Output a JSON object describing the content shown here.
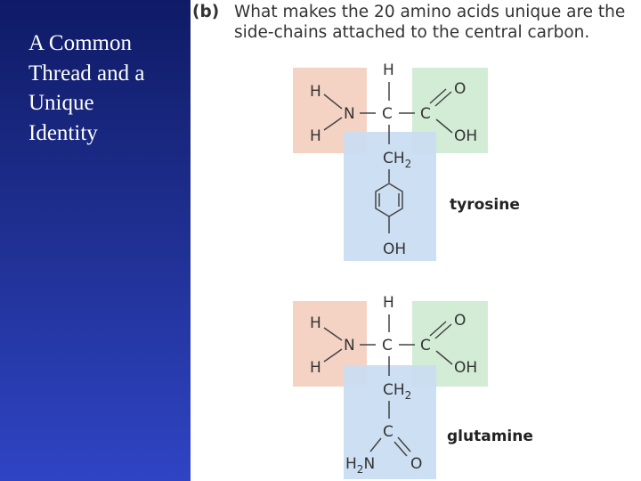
{
  "slide": {
    "title": "A Common\nThread and a\nUnique\nIdentity"
  },
  "caption": {
    "tag": "(b)",
    "line1": "What makes the 20 amino acids unique are the",
    "line2": "side-chains attached to the central carbon."
  },
  "colors": {
    "sidebar_top": "#0f1b66",
    "sidebar_bottom": "#2f44c4",
    "amino_group": "#f5d3c4",
    "carboxyl_group": "#d3ecd6",
    "side_chain": "#c9dcf2"
  },
  "atoms": {
    "H": "H",
    "N": "N",
    "C": "C",
    "O": "O",
    "OH": "OH",
    "CH": "CH",
    "two": "2"
  },
  "molecules": [
    {
      "name": "tyrosine"
    },
    {
      "name": "glutamine"
    }
  ]
}
